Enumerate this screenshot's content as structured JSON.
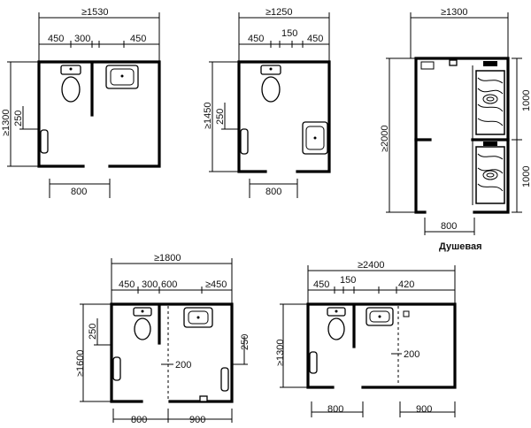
{
  "plan1": {
    "overall": "≥1530",
    "segments": [
      "450",
      "300",
      "450"
    ],
    "depth": "≥1300",
    "offset": "250",
    "door": "800"
  },
  "plan2": {
    "overall": "≥1250",
    "segments": [
      "450",
      "150",
      "450"
    ],
    "depth": "≥1450",
    "offset": "250",
    "door": "800"
  },
  "plan3": {
    "overall": "≥1300",
    "depth": "≥2000",
    "stall_upper": "1000",
    "stall_lower": "1000",
    "door": "800",
    "caption": "Душевая"
  },
  "plan4": {
    "overall": "≥1800",
    "segments": [
      "450",
      "300",
      "600",
      "≥450"
    ],
    "depth": "≥1600",
    "offset_left": "250",
    "offset_right": "250",
    "mid": "200",
    "door_left": "800",
    "door_right": "900"
  },
  "plan5": {
    "overall": "≥2400",
    "segments": [
      "450",
      "150",
      "420"
    ],
    "depth": "≥1300",
    "mid": "200",
    "door_left": "800",
    "door_right": "900"
  }
}
